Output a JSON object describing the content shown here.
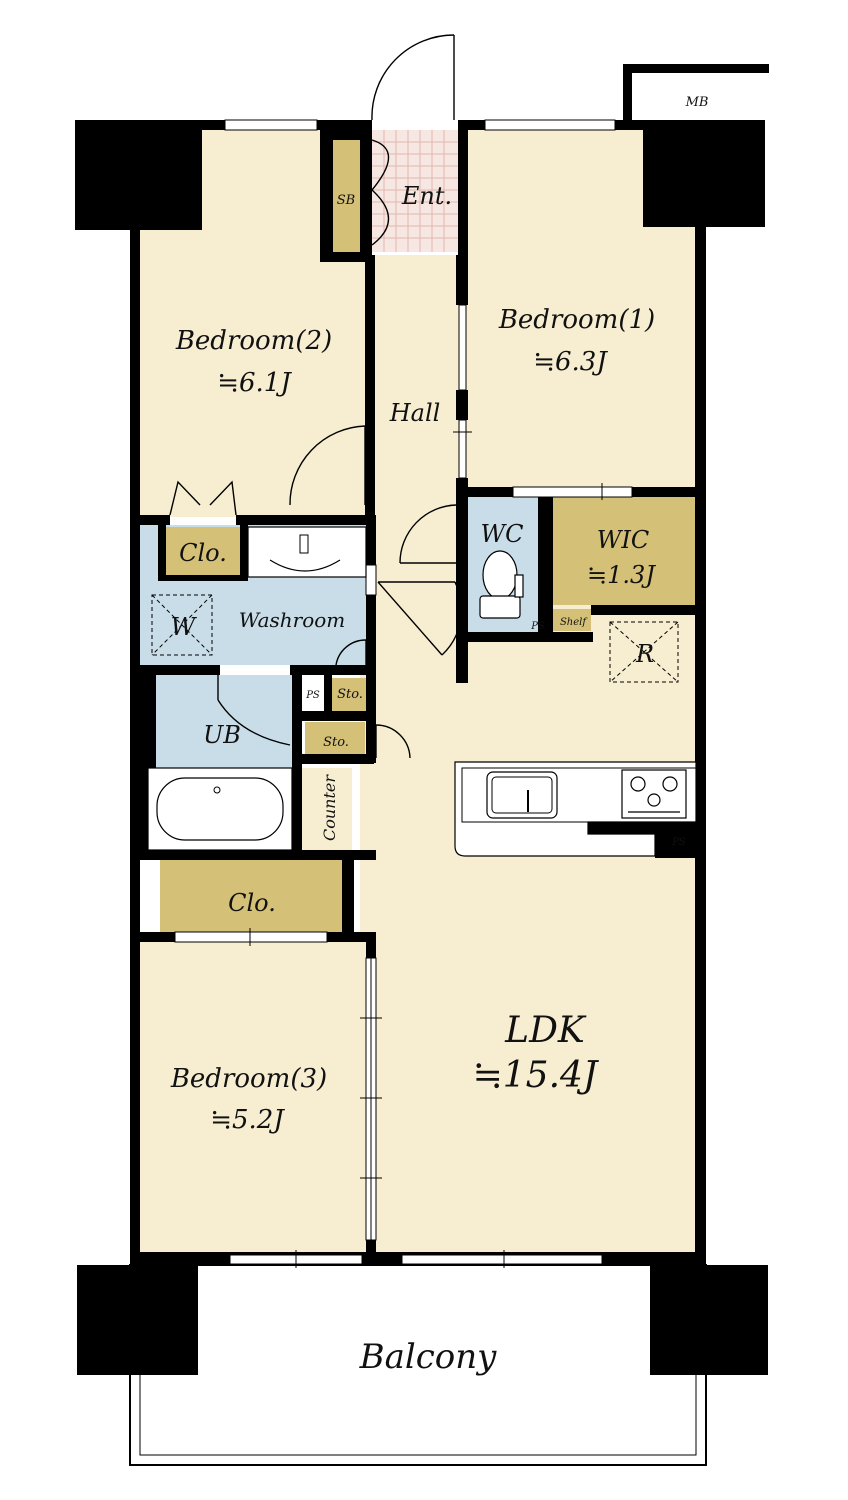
{
  "colors": {
    "floor": "#f7eed2",
    "wet": "#c9dde9",
    "storage": "#d5c077",
    "entrance": "#f6e7e3",
    "wall": "#000000"
  },
  "labels": {
    "mb": "MB",
    "sb": "SB",
    "ent": "Ent.",
    "bedroom1": "Bedroom(1)",
    "bedroom1_size": "≒6.3J",
    "bedroom2": "Bedroom(2)",
    "bedroom2_size": "≒6.1J",
    "bedroom3": "Bedroom(3)",
    "bedroom3_size": "≒5.2J",
    "hall": "Hall",
    "wc": "WC",
    "wic": "WIC",
    "wic_size": "≒1.3J",
    "ps_wc": "PS",
    "shelf": "Shelf",
    "r": "R",
    "clo_upper": "Clo.",
    "washroom": "Washroom",
    "w": "W",
    "ub": "UB",
    "ps_ub": "PS",
    "sto_upper": "Sto.",
    "sto_lower": "Sto.",
    "counter": "Counter",
    "ps_kitchen": "PS",
    "clo_lower": "Clo.",
    "ldk": "LDK",
    "ldk_size": "≒15.4J",
    "balcony": "Balcony"
  }
}
